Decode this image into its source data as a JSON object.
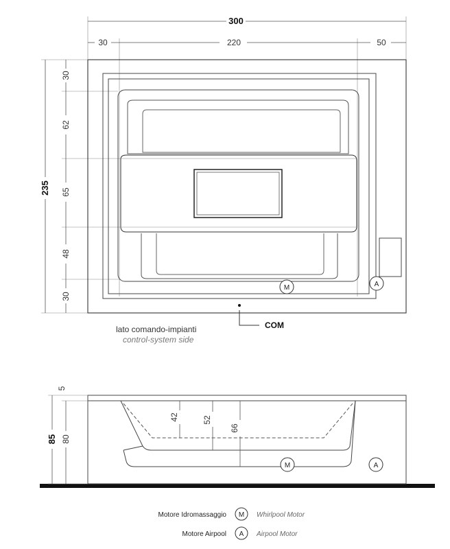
{
  "plan_view": {
    "dimensions": {
      "overall_width": "300",
      "left_offset": "30",
      "inner_width": "220",
      "right_offset": "50",
      "overall_depth": "235",
      "seg_1": "30",
      "seg_2": "62",
      "seg_3": "65",
      "seg_4": "48",
      "seg_5": "30"
    },
    "markers": {
      "whirlpool_symbol": "M",
      "airpool_symbol": "A"
    },
    "control_side_label": "lato comando-impianti",
    "control_side_label_en": "control-system side",
    "com_label": "COM"
  },
  "section_view": {
    "dimensions": {
      "rim": "5",
      "total_height": "85",
      "body_height": "80",
      "depth_1": "42",
      "depth_2": "52",
      "depth_3": "66"
    },
    "markers": {
      "whirlpool_symbol": "M",
      "airpool_symbol": "A"
    }
  },
  "legend": [
    {
      "symbol": "M",
      "label_it": "Motore Idromassaggio",
      "label_en": "Whirlpool Motor"
    },
    {
      "symbol": "A",
      "label_it": "Motore Airpool",
      "label_en": "Airpool Motor"
    }
  ]
}
